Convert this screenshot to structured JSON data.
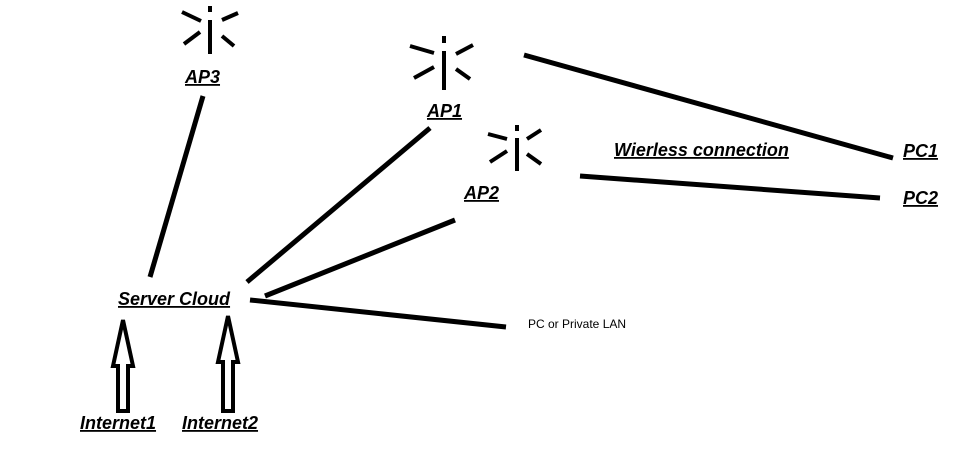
{
  "nodes": {
    "ap1": {
      "label": "AP1"
    },
    "ap2": {
      "label": "AP2"
    },
    "ap3": {
      "label": "AP3"
    },
    "pc1": {
      "label": "PC1"
    },
    "pc2": {
      "label": "PC2"
    },
    "server_cloud": {
      "label": "Server Cloud"
    },
    "internet1": {
      "label": "Internet1"
    },
    "internet2": {
      "label": "Internet2"
    }
  },
  "annotations": {
    "wireless_connection": "Wierless connection",
    "private_lan": "PC or Private LAN"
  },
  "icons": {
    "access_point": "wireless-burst-icon",
    "upload": "up-arrow-icon"
  },
  "colors": {
    "background": "#ffffff",
    "ink": "#000000"
  }
}
